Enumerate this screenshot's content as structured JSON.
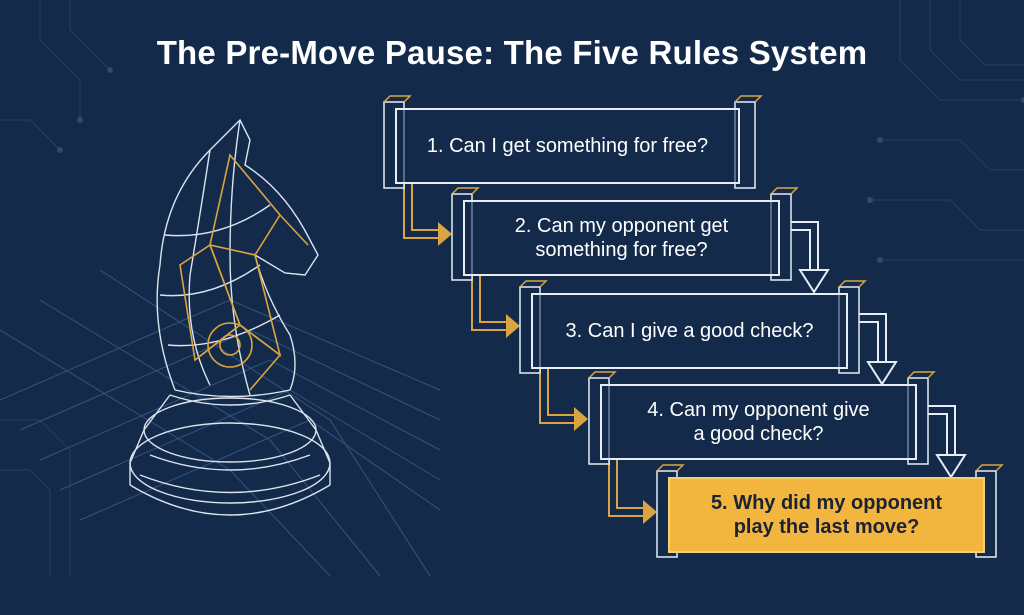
{
  "title": "The Pre-Move Pause: The Five Rules System",
  "steps": [
    {
      "number": "1.",
      "line1": "Can I get something for free?",
      "line2": ""
    },
    {
      "number": "2.",
      "line1": "Can my opponent get",
      "line2": "something for free?"
    },
    {
      "number": "3.",
      "line1": "Can I give a good check?",
      "line2": ""
    },
    {
      "number": "4.",
      "line1": "Can my opponent give",
      "line2": "a good check?"
    },
    {
      "number": "5.",
      "line1": "Why did my opponent",
      "line2": "play the last move?"
    }
  ],
  "colors": {
    "background": "#142a4a",
    "accent": "#d9a441",
    "line": "#e6edf5",
    "highlight": "#f2b53d",
    "grid": "#2c4a72"
  },
  "icons": {
    "illustration": "chess-knight-icon"
  }
}
